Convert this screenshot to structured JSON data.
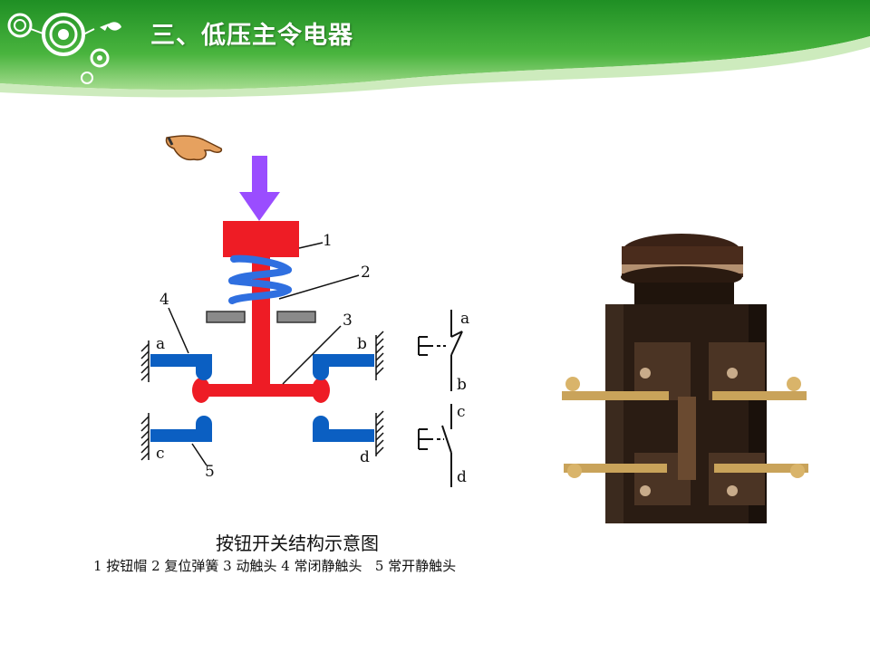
{
  "slide": {
    "title": "三、低压主令电器"
  },
  "diagram": {
    "part_labels": [
      "1",
      "2",
      "3",
      "4",
      "5"
    ],
    "contact_labels": [
      "a",
      "b",
      "c",
      "d"
    ],
    "symbol_labels": [
      "a",
      "b",
      "c",
      "d"
    ],
    "caption": "按钮开关结构示意图",
    "legend": "1 按钮帽 2 复位弹簧 3 动触头 4 常闭静触头   5 常开静触头"
  },
  "colors": {
    "header_green": "#3aa836",
    "button_red": "#ee1c25",
    "contact_blue": "#0b5fc2",
    "spring_blue": "#2f6fe0",
    "arrow_purple": "#9a4dff"
  },
  "icons": {
    "logo": "concentric-circles-icon",
    "pointer": "pointing-hand-icon",
    "photo": "push-button-photo"
  }
}
